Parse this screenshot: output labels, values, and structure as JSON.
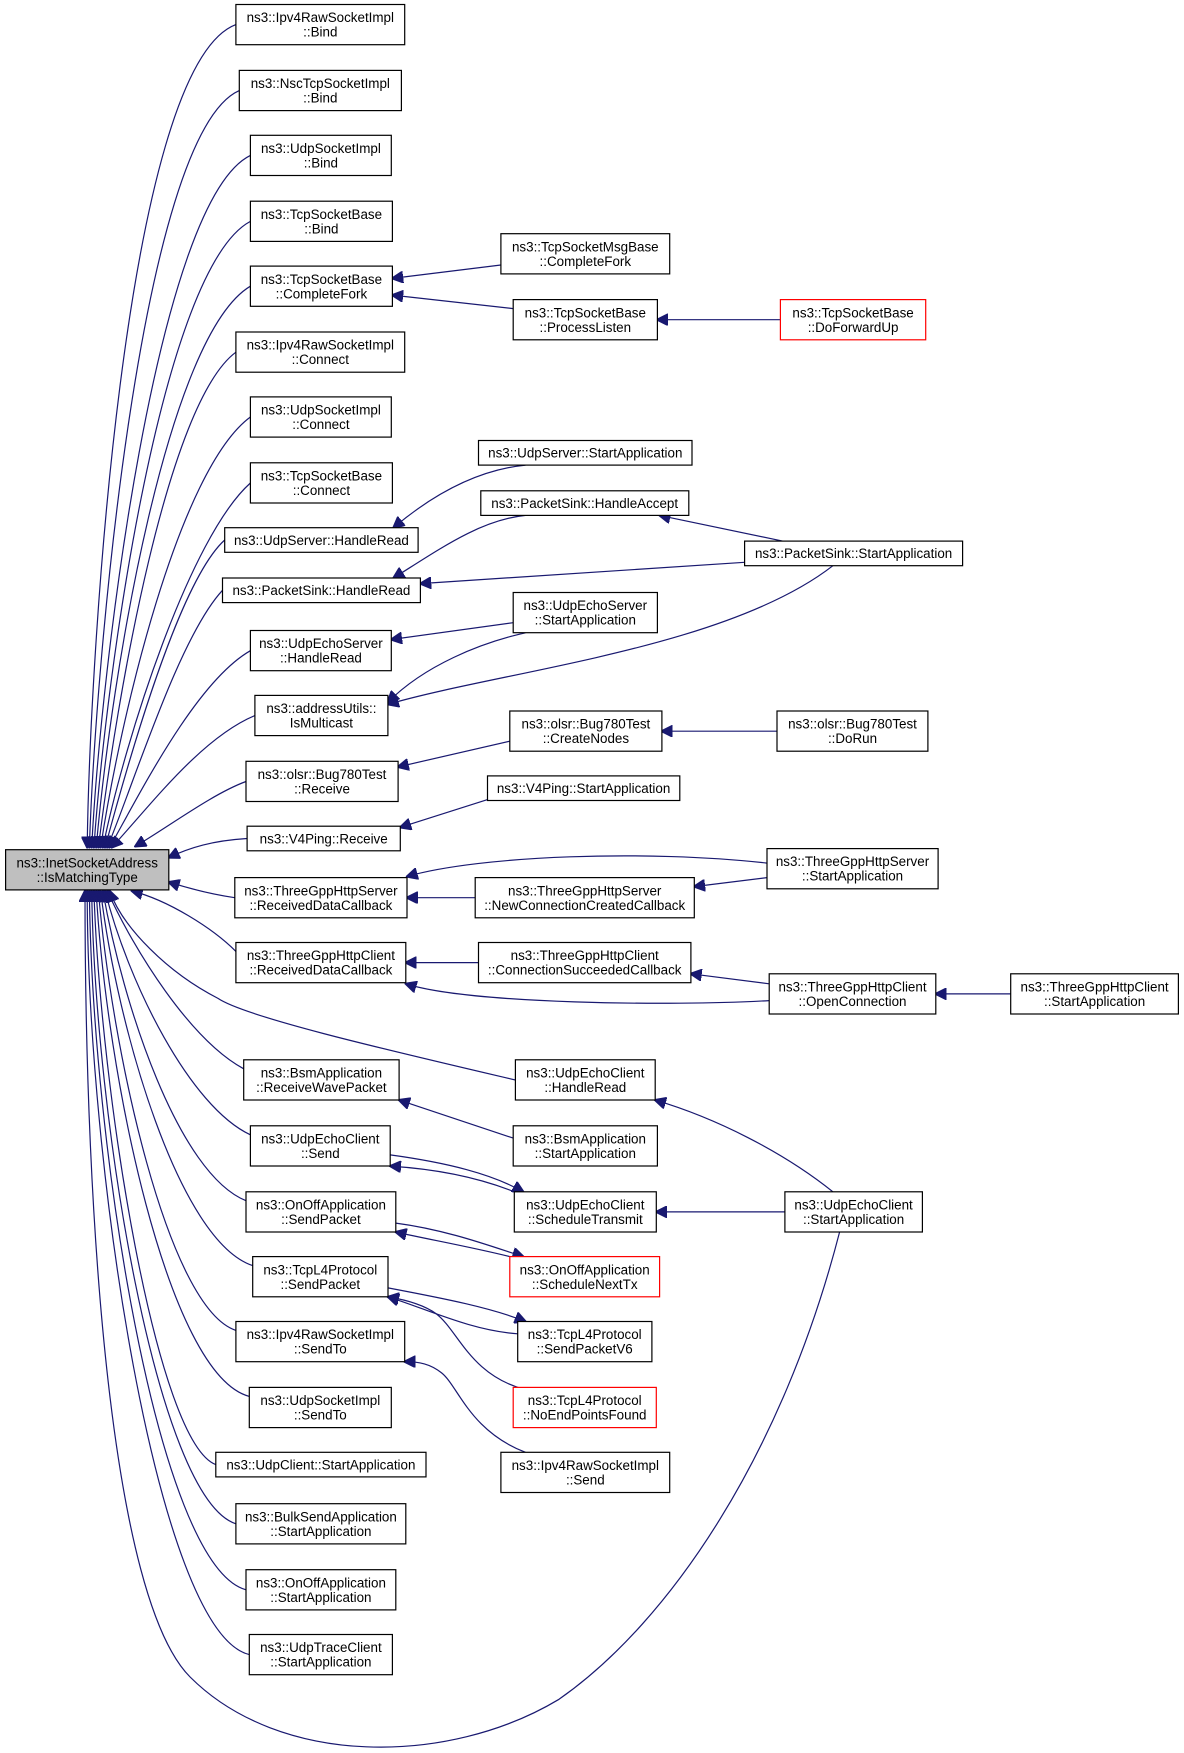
{
  "diagram": {
    "title": "",
    "colors": {
      "edge": "#191970",
      "root_fill": "#bfbfbf",
      "red_border": "#ff0000",
      "box_border": "#000000"
    },
    "nodes": [
      {
        "id": "root",
        "lines": [
          "ns3::InetSocketAddress",
          "::IsMatchingType"
        ]
      },
      {
        "id": "n1",
        "lines": [
          "ns3::Ipv4RawSocketImpl",
          "::Bind"
        ]
      },
      {
        "id": "n2",
        "lines": [
          "ns3::NscTcpSocketImpl",
          "::Bind"
        ]
      },
      {
        "id": "n3",
        "lines": [
          "ns3::UdpSocketImpl",
          "::Bind"
        ]
      },
      {
        "id": "n4",
        "lines": [
          "ns3::TcpSocketBase",
          "::Bind"
        ]
      },
      {
        "id": "n5",
        "lines": [
          "ns3::TcpSocketBase",
          "::CompleteFork"
        ]
      },
      {
        "id": "n6",
        "lines": [
          "ns3::TcpSocketMsgBase",
          "::CompleteFork"
        ]
      },
      {
        "id": "n7",
        "lines": [
          "ns3::TcpSocketBase",
          "::ProcessListen"
        ]
      },
      {
        "id": "n8",
        "lines": [
          "ns3::TcpSocketBase",
          "::DoForwardUp"
        ]
      },
      {
        "id": "n9",
        "lines": [
          "ns3::Ipv4RawSocketImpl",
          "::Connect"
        ]
      },
      {
        "id": "n10",
        "lines": [
          "ns3::UdpSocketImpl",
          "::Connect"
        ]
      },
      {
        "id": "n11",
        "lines": [
          "ns3::TcpSocketBase",
          "::Connect"
        ]
      },
      {
        "id": "n12",
        "lines": [
          "ns3::UdpServer::StartApplication"
        ]
      },
      {
        "id": "n13",
        "lines": [
          "ns3::UdpServer::HandleRead"
        ]
      },
      {
        "id": "n14",
        "lines": [
          "ns3::PacketSink::HandleAccept"
        ]
      },
      {
        "id": "n15",
        "lines": [
          "ns3::PacketSink::StartApplication"
        ]
      },
      {
        "id": "n16",
        "lines": [
          "ns3::PacketSink::HandleRead"
        ]
      },
      {
        "id": "n17",
        "lines": [
          "ns3::UdpEchoServer",
          "::StartApplication"
        ]
      },
      {
        "id": "n18",
        "lines": [
          "ns3::UdpEchoServer",
          "::HandleRead"
        ]
      },
      {
        "id": "n19",
        "lines": [
          "ns3::addressUtils::",
          "IsMulticast"
        ]
      },
      {
        "id": "n20",
        "lines": [
          "ns3::olsr::Bug780Test",
          "::CreateNodes"
        ]
      },
      {
        "id": "n21",
        "lines": [
          "ns3::olsr::Bug780Test",
          "::DoRun"
        ]
      },
      {
        "id": "n22",
        "lines": [
          "ns3::olsr::Bug780Test",
          "::Receive"
        ]
      },
      {
        "id": "n23",
        "lines": [
          "ns3::V4Ping::StartApplication"
        ]
      },
      {
        "id": "n24",
        "lines": [
          "ns3::V4Ping::Receive"
        ]
      },
      {
        "id": "n25",
        "lines": [
          "ns3::ThreeGppHttpServer",
          "::StartApplication"
        ]
      },
      {
        "id": "n26",
        "lines": [
          "ns3::ThreeGppHttpServer",
          "::ReceivedDataCallback"
        ]
      },
      {
        "id": "n27",
        "lines": [
          "ns3::ThreeGppHttpServer",
          "::NewConnectionCreatedCallback"
        ]
      },
      {
        "id": "n28",
        "lines": [
          "ns3::ThreeGppHttpClient",
          "::ConnectionSucceededCallback"
        ]
      },
      {
        "id": "n29",
        "lines": [
          "ns3::ThreeGppHttpClient",
          "::ReceivedDataCallback"
        ]
      },
      {
        "id": "n30",
        "lines": [
          "ns3::ThreeGppHttpClient",
          "::OpenConnection"
        ]
      },
      {
        "id": "n31",
        "lines": [
          "ns3::ThreeGppHttpClient",
          "::StartApplication"
        ]
      },
      {
        "id": "n32",
        "lines": [
          "ns3::UdpEchoClient",
          "::HandleRead"
        ]
      },
      {
        "id": "n33",
        "lines": [
          "ns3::BsmApplication",
          "::ReceiveWavePacket"
        ]
      },
      {
        "id": "n34",
        "lines": [
          "ns3::BsmApplication",
          "::StartApplication"
        ]
      },
      {
        "id": "n35",
        "lines": [
          "ns3::UdpEchoClient",
          "::Send"
        ]
      },
      {
        "id": "n36",
        "lines": [
          "ns3::UdpEchoClient",
          "::ScheduleTransmit"
        ]
      },
      {
        "id": "n37",
        "lines": [
          "ns3::UdpEchoClient",
          "::StartApplication"
        ]
      },
      {
        "id": "n38",
        "lines": [
          "ns3::OnOffApplication",
          "::SendPacket"
        ]
      },
      {
        "id": "n39",
        "lines": [
          "ns3::OnOffApplication",
          "::ScheduleNextTx"
        ]
      },
      {
        "id": "n40",
        "lines": [
          "ns3::TcpL4Protocol",
          "::SendPacket"
        ]
      },
      {
        "id": "n41",
        "lines": [
          "ns3::TcpL4Protocol",
          "::SendPacketV6"
        ]
      },
      {
        "id": "n42",
        "lines": [
          "ns3::Ipv4RawSocketImpl",
          "::SendTo"
        ]
      },
      {
        "id": "n43",
        "lines": [
          "ns3::TcpL4Protocol",
          "::NoEndPointsFound"
        ]
      },
      {
        "id": "n44",
        "lines": [
          "ns3::UdpSocketImpl",
          "::SendTo"
        ]
      },
      {
        "id": "n45",
        "lines": [
          "ns3::Ipv4RawSocketImpl",
          "::Send"
        ]
      },
      {
        "id": "n46",
        "lines": [
          "ns3::UdpClient::StartApplication"
        ]
      },
      {
        "id": "n47",
        "lines": [
          "ns3::BulkSendApplication",
          "::StartApplication"
        ]
      },
      {
        "id": "n48",
        "lines": [
          "ns3::OnOffApplication",
          "::StartApplication"
        ]
      },
      {
        "id": "n49",
        "lines": [
          "ns3::UdpTraceClient",
          "::StartApplication"
        ]
      }
    ],
    "edges": [
      {
        "from": "n1",
        "to": "root"
      },
      {
        "from": "n2",
        "to": "root"
      },
      {
        "from": "n3",
        "to": "root"
      },
      {
        "from": "n4",
        "to": "root"
      },
      {
        "from": "n5",
        "to": "root"
      },
      {
        "from": "n9",
        "to": "root"
      },
      {
        "from": "n10",
        "to": "root"
      },
      {
        "from": "n11",
        "to": "root"
      },
      {
        "from": "n13",
        "to": "root"
      },
      {
        "from": "n16",
        "to": "root"
      },
      {
        "from": "n18",
        "to": "root"
      },
      {
        "from": "n19",
        "to": "root"
      },
      {
        "from": "n22",
        "to": "root"
      },
      {
        "from": "n24",
        "to": "root"
      },
      {
        "from": "n26",
        "to": "root"
      },
      {
        "from": "n29",
        "to": "root"
      },
      {
        "from": "n32",
        "to": "root"
      },
      {
        "from": "n33",
        "to": "root"
      },
      {
        "from": "n35",
        "to": "root"
      },
      {
        "from": "n38",
        "to": "root"
      },
      {
        "from": "n40",
        "to": "root"
      },
      {
        "from": "n42",
        "to": "root"
      },
      {
        "from": "n44",
        "to": "root"
      },
      {
        "from": "n46",
        "to": "root"
      },
      {
        "from": "n47",
        "to": "root"
      },
      {
        "from": "n48",
        "to": "root"
      },
      {
        "from": "n49",
        "to": "root"
      },
      {
        "from": "n37",
        "to": "root"
      },
      {
        "from": "n6",
        "to": "n5"
      },
      {
        "from": "n7",
        "to": "n5"
      },
      {
        "from": "n8",
        "to": "n7"
      },
      {
        "from": "n12",
        "to": "n13"
      },
      {
        "from": "n14",
        "to": "n16"
      },
      {
        "from": "n15",
        "to": "n16"
      },
      {
        "from": "n15",
        "to": "n14"
      },
      {
        "from": "n17",
        "to": "n18"
      },
      {
        "from": "n17",
        "to": "n19"
      },
      {
        "from": "n15",
        "to": "n19"
      },
      {
        "from": "n20",
        "to": "n22"
      },
      {
        "from": "n21",
        "to": "n20"
      },
      {
        "from": "n23",
        "to": "n24"
      },
      {
        "from": "n25",
        "to": "n26"
      },
      {
        "from": "n27",
        "to": "n26"
      },
      {
        "from": "n25",
        "to": "n27"
      },
      {
        "from": "n28",
        "to": "n29"
      },
      {
        "from": "n30",
        "to": "n29"
      },
      {
        "from": "n30",
        "to": "n28"
      },
      {
        "from": "n31",
        "to": "n30"
      },
      {
        "from": "n37",
        "to": "n32"
      },
      {
        "from": "n34",
        "to": "n33"
      },
      {
        "from": "n36",
        "to": "n35"
      },
      {
        "from": "n35",
        "to": "n36"
      },
      {
        "from": "n37",
        "to": "n36"
      },
      {
        "from": "n39",
        "to": "n38"
      },
      {
        "from": "n38",
        "to": "n39"
      },
      {
        "from": "n41",
        "to": "n40"
      },
      {
        "from": "n40",
        "to": "n41"
      },
      {
        "from": "n43",
        "to": "n40"
      },
      {
        "from": "n45",
        "to": "n42"
      }
    ]
  }
}
